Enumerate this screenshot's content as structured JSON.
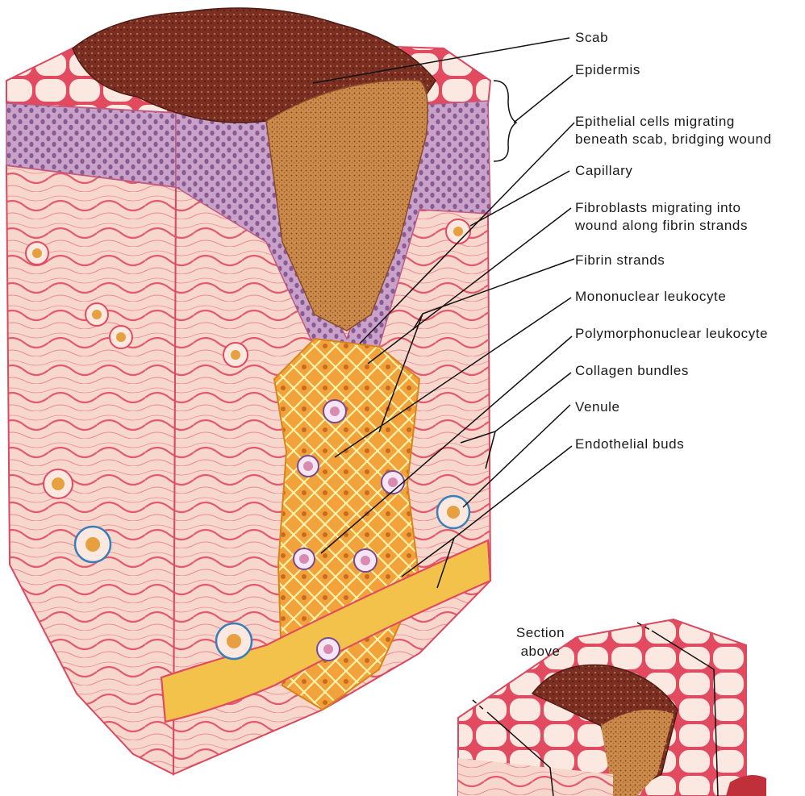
{
  "labels": {
    "scab": "Scab",
    "epidermis": "Epidermis",
    "epithelial_line1": "Epithelial cells migrating",
    "epithelial_line2": "beneath scab, bridging wound",
    "capillary": "Capillary",
    "fibroblasts_line1": "Fibroblasts migrating into",
    "fibroblasts_line2": "wound along fibrin strands",
    "fibrin": "Fibrin strands",
    "mononuclear": "Mononuclear leukocyte",
    "polymorphonuclear": "Polymorphonuclear leukocyte",
    "collagen": "Collagen bundles",
    "venule": "Venule",
    "endothelial": "Endothelial buds"
  },
  "inset": {
    "line1": "Section",
    "line2": "above"
  },
  "colors": {
    "dermis": "#f6d3cb",
    "dermis_line": "#e0566a",
    "epidermis_purple": "#b98bb8",
    "epidermis_cells": "#8a5a94",
    "scab_dark": "#7a2e1e",
    "scab_clot": "#c88546",
    "wound_tissue": "#f0a030",
    "leader": "#111111"
  }
}
